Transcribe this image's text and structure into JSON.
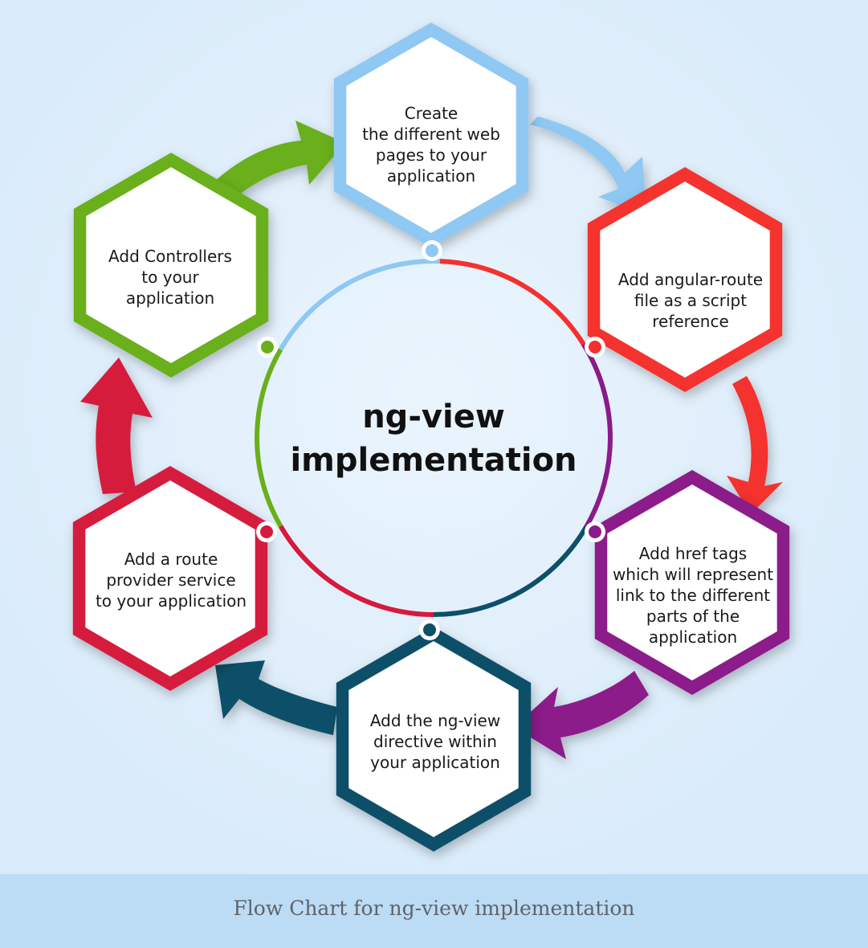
{
  "center": {
    "title": "ng-view\nimplementation"
  },
  "steps": [
    {
      "name": "create-pages",
      "color": "#8ec8f3",
      "text": "Create\nthe different web\npages to your\napplication"
    },
    {
      "name": "add-angular-route",
      "color": "#f4312f",
      "text": "Add angular-route\nfile as a script\nreference"
    },
    {
      "name": "add-href-tags",
      "color": "#8b1a8a",
      "text": "Add href tags\nwhich will represent\nlink to the different\nparts of the\napplication"
    },
    {
      "name": "add-ng-view",
      "color": "#0d5068",
      "text": "Add the ng-view\ndirective within\nyour application"
    },
    {
      "name": "add-route-provider",
      "color": "#d61a3c",
      "text": "Add a route\nprovider service\nto your application"
    },
    {
      "name": "add-controllers",
      "color": "#6aaf1b",
      "text": "Add Controllers\nto your\napplication"
    }
  ],
  "caption": "Flow Chart for ng-view implementation"
}
